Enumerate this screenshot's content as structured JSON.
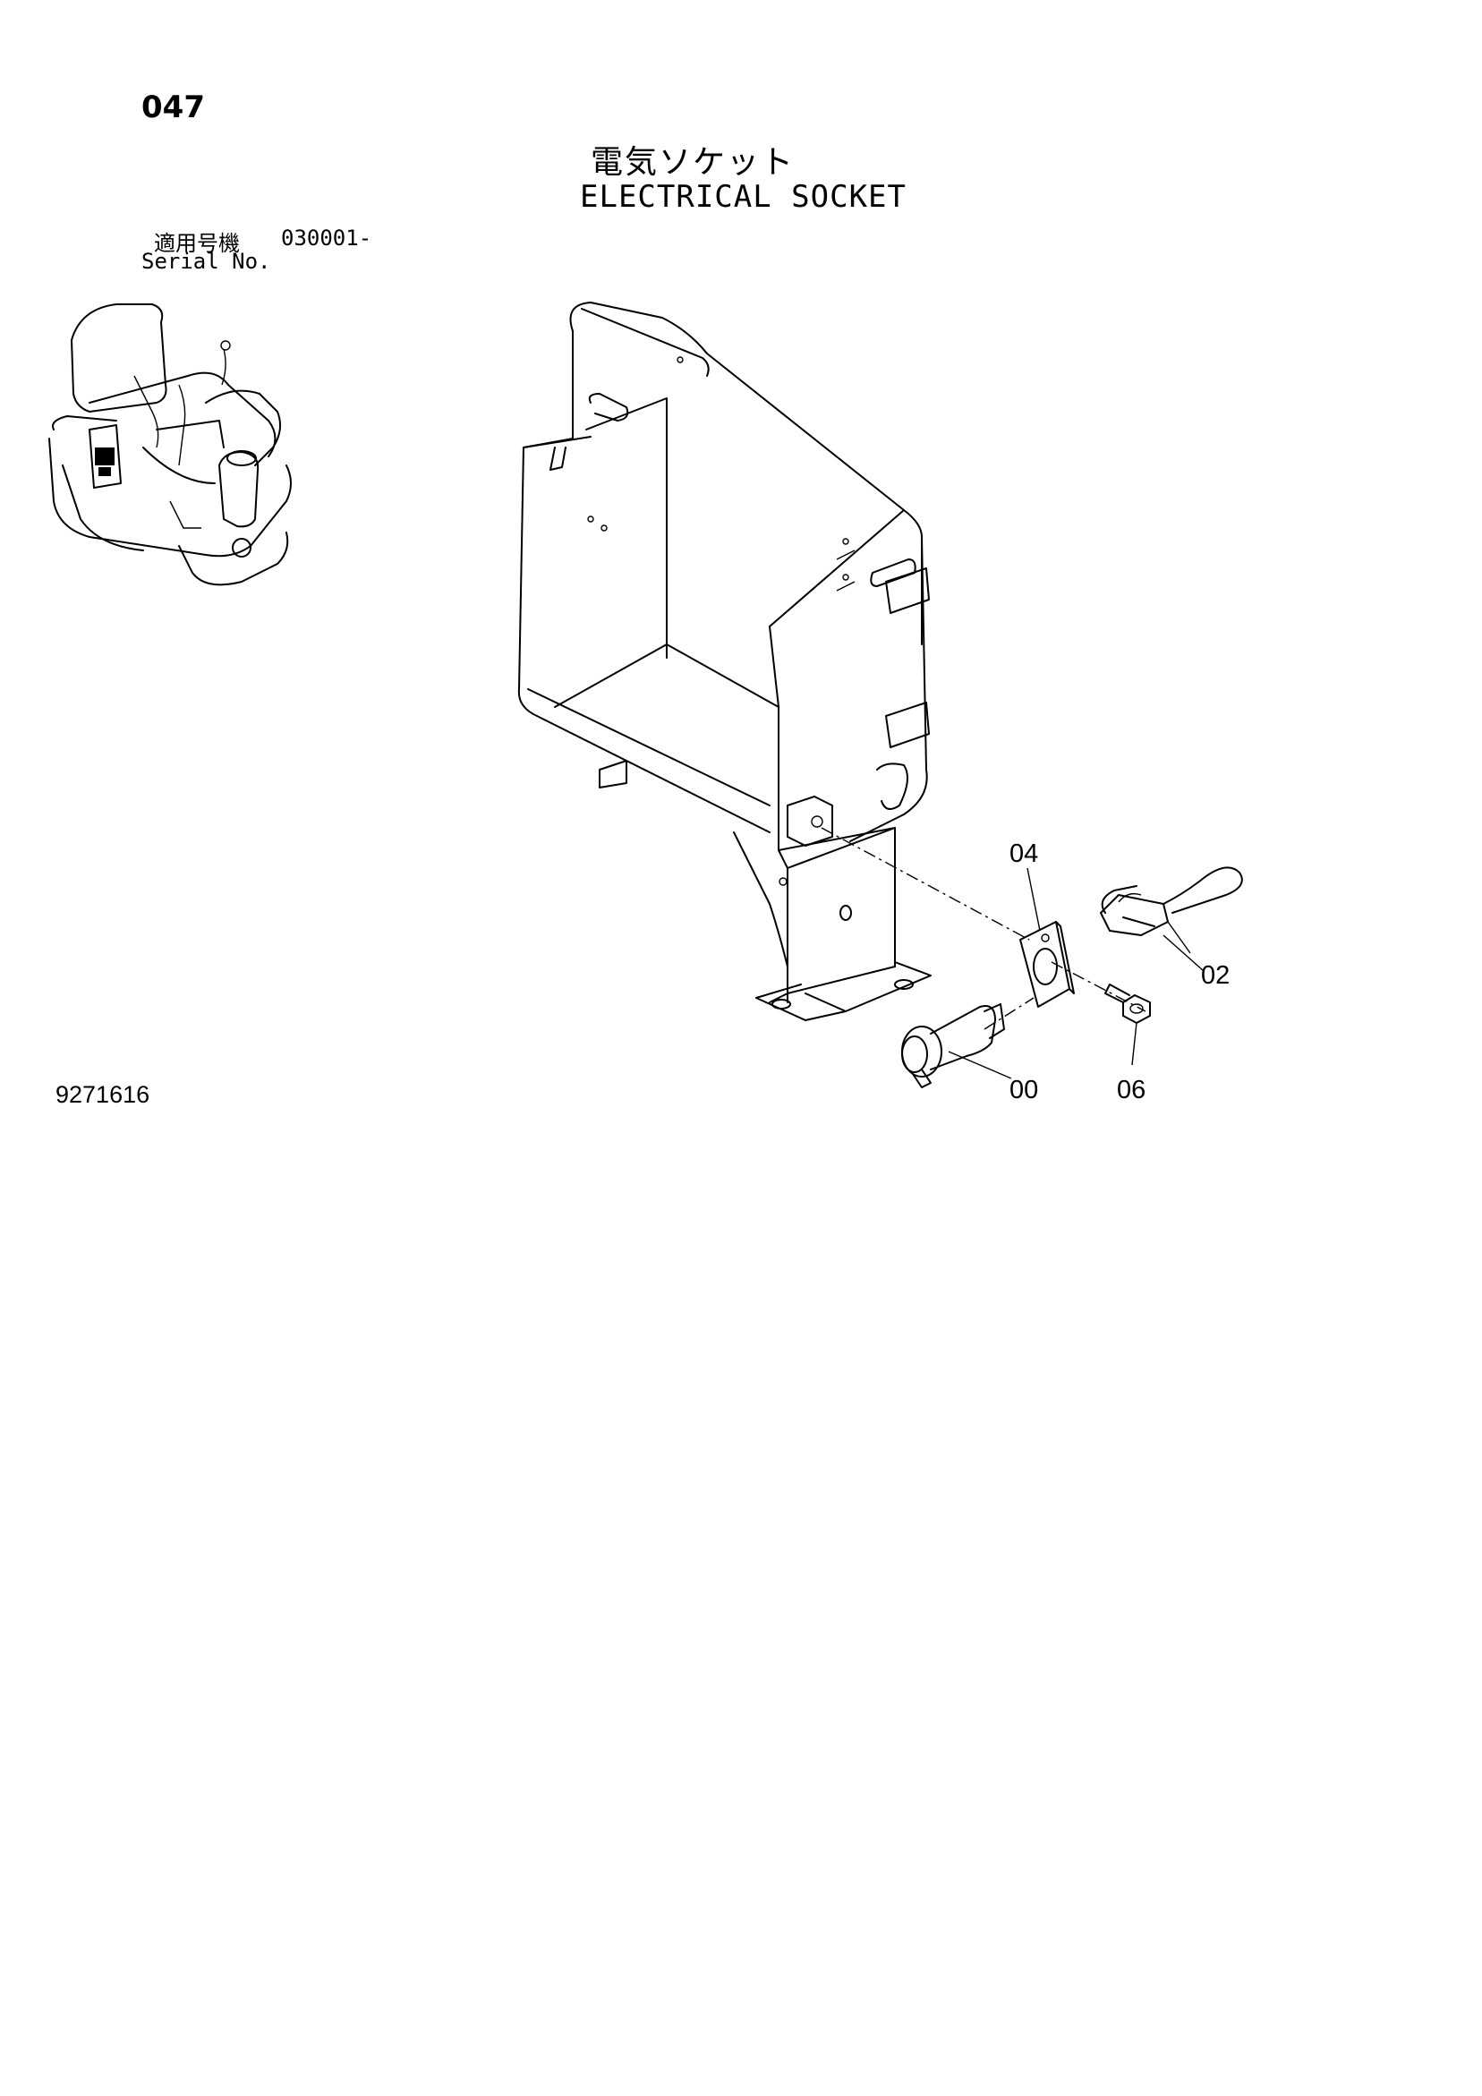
{
  "header": {
    "page_number": "047",
    "title_jp": "電気ソケット",
    "title_en": "ELECTRICAL SOCKET",
    "serial_label_jp": "適用号機",
    "serial_range": "030001-",
    "serial_label_en": "Serial No."
  },
  "callouts": [
    {
      "id": "04",
      "label": "04",
      "part": "plate"
    },
    {
      "id": "02",
      "label": "02",
      "part": "harness"
    },
    {
      "id": "00",
      "label": "00",
      "part": "socket"
    },
    {
      "id": "06",
      "label": "06",
      "part": "bolt"
    }
  ],
  "footer": {
    "doc_id": "9271616"
  }
}
